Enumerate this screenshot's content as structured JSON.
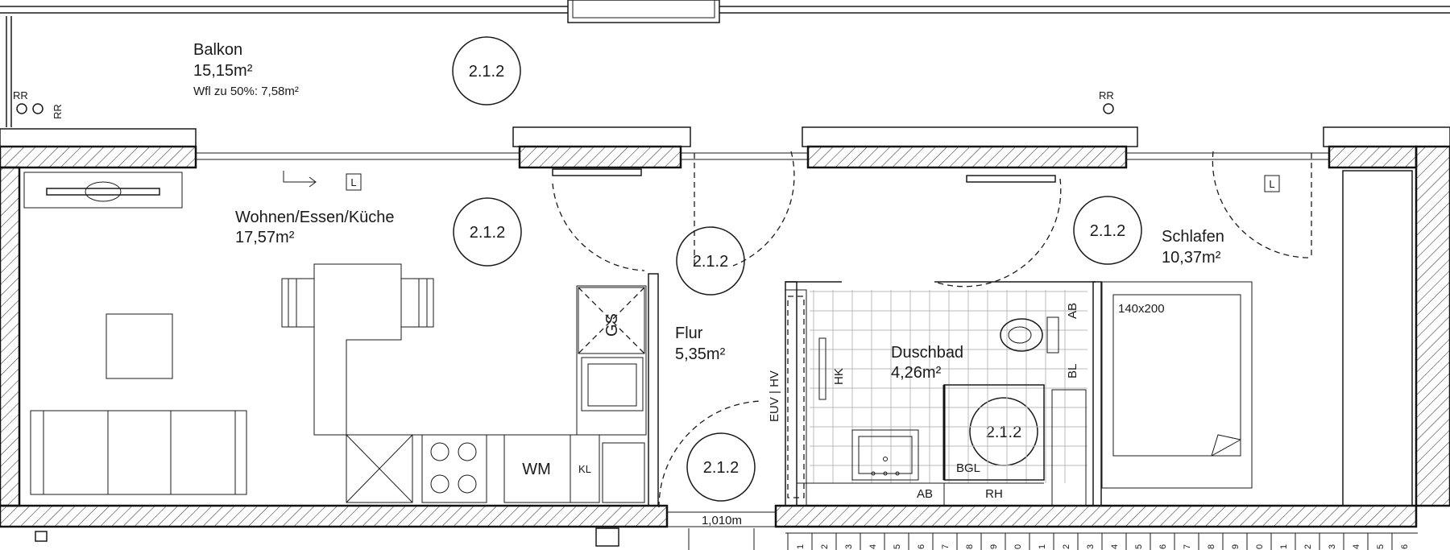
{
  "rooms": {
    "balkon": {
      "name": "Balkon",
      "area": "15,15m²",
      "note": "Wfl zu 50%: 7,58m²"
    },
    "wohnen": {
      "name": "Wohnen/Essen/Küche",
      "area": "17,57m²"
    },
    "flur": {
      "name": "Flur",
      "area": "5,35m²"
    },
    "duschbad": {
      "name": "Duschbad",
      "area": "4,26m²"
    },
    "schlafen": {
      "name": "Schlafen",
      "area": "10,37m²"
    }
  },
  "tags": {
    "balkon": "2.1.2",
    "wohnen": "2.1.2",
    "flur_upper": "2.1.2",
    "flur_lower": "2.1.2",
    "bad": "2.1.2",
    "schlafen": "2.1.2"
  },
  "fixtures": {
    "rr_left_a": "RR",
    "rr_left_b": "RR",
    "rr_right": "RR",
    "l_left": "L",
    "l_right": "L",
    "gs": "GS",
    "wm": "WM",
    "kl": "KL",
    "euv_hv": "EUV | HV",
    "hk": "HK",
    "ab_wc": "AB",
    "bl": "BL",
    "bgl": "BGL",
    "ab_floor": "AB",
    "rh": "RH",
    "bed": "140x200",
    "door_width": "1,010m"
  },
  "stair_numbers": [
    "1",
    "2",
    "3",
    "4",
    "5",
    "6",
    "7",
    "8",
    "9",
    "0",
    "1",
    "2",
    "3",
    "4",
    "5",
    "6",
    "7",
    "8",
    "9",
    "0",
    "1",
    "2",
    "3",
    "4",
    "5",
    "6"
  ]
}
